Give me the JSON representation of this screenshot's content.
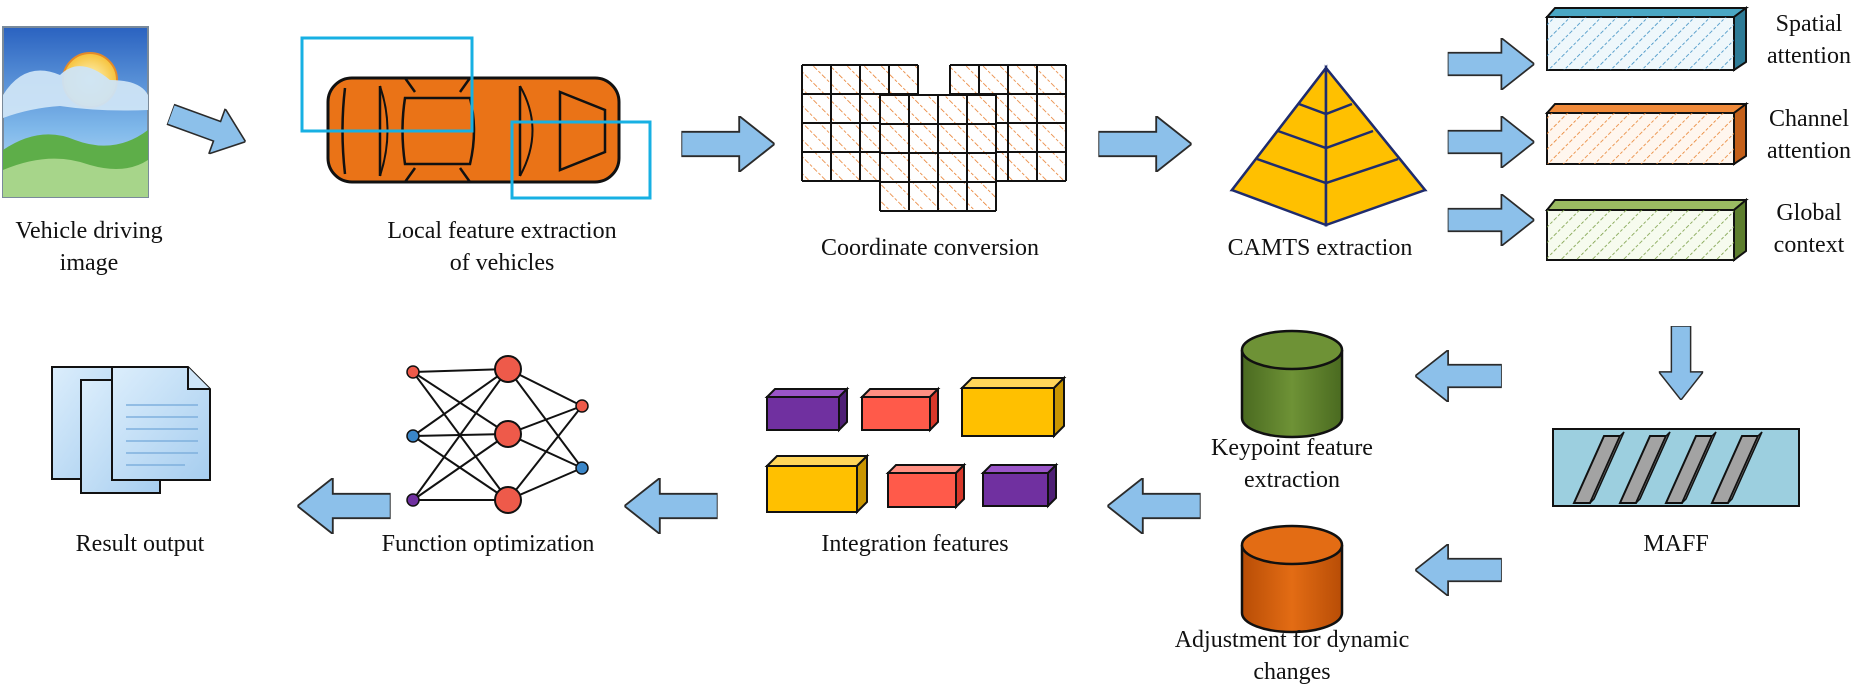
{
  "labels": {
    "vehicle_image": [
      "Vehicle driving",
      "image"
    ],
    "local_feature": [
      "Local feature extraction",
      "of vehicles"
    ],
    "coordinate": [
      "Coordinate conversion"
    ],
    "camts": [
      "CAMTS extraction"
    ],
    "spatial": [
      "Spatial",
      "attention"
    ],
    "channel": [
      "Channel",
      "attention"
    ],
    "global": [
      "Global",
      "context"
    ],
    "maff": [
      "MAFF"
    ],
    "keypoint": [
      "Keypoint feature",
      "extraction"
    ],
    "adjustment": [
      "Adjustment for dynamic",
      "changes"
    ],
    "integration": [
      "Integration features"
    ],
    "function_opt": [
      "Function optimization"
    ],
    "result": [
      "Result output"
    ]
  },
  "colors": {
    "arrow_fill": "#8cc0ea",
    "car_orange": "#ea7317",
    "box_blue": "#17b0e3",
    "pyramid_yellow": "#ffc000",
    "hatch_orange": "#e87f2f",
    "spatial_hatch": "#3a8ec2",
    "channel_hatch": "#e8822f",
    "global_hatch": "#7a9e45",
    "maff_bg": "#9ccfdf",
    "keypoint_green": "#5a7a2a",
    "adjust_orange": "#d4600c",
    "purple": "#7030a0",
    "red": "#ff5a4a",
    "nn_node": "#ee5a4a"
  }
}
